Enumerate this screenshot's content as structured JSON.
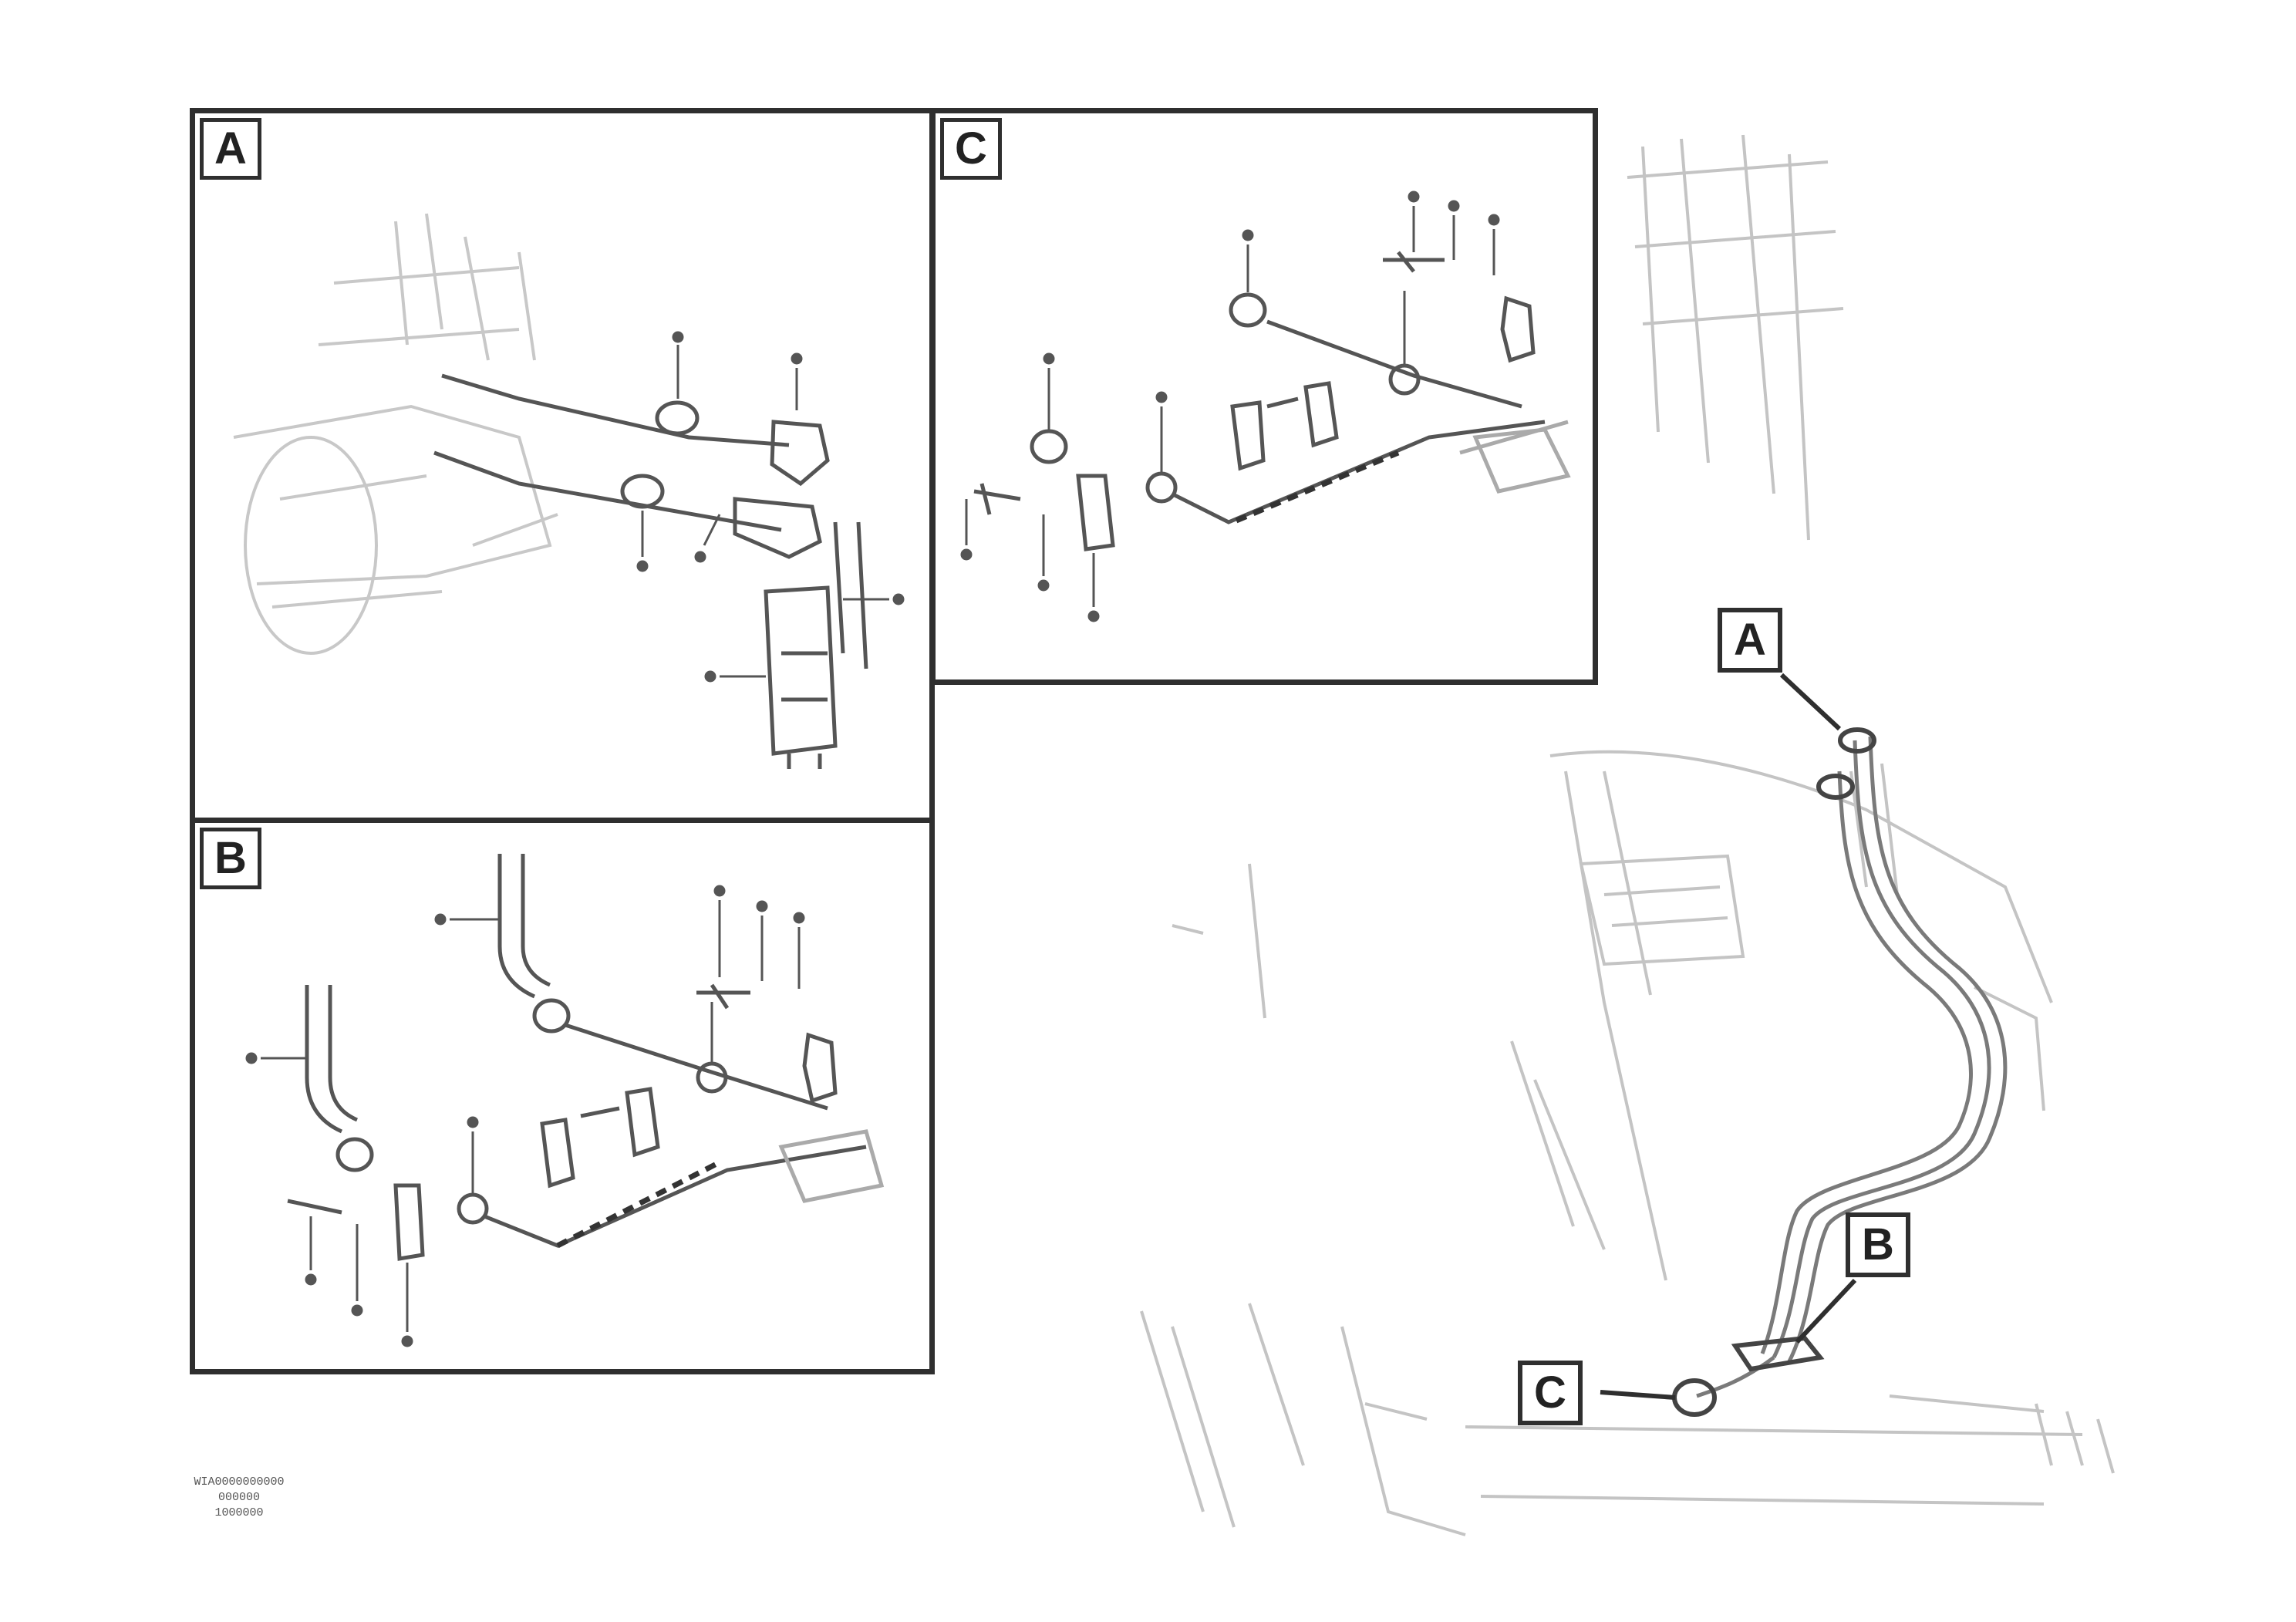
{
  "panels": {
    "a": {
      "label": "A"
    },
    "b": {
      "label": "B"
    },
    "c": {
      "label": "C"
    }
  },
  "overview": {
    "callout_a": "A",
    "callout_b": "B",
    "callout_c": "C"
  },
  "footer": {
    "line1": "WIA0000000000",
    "line2": "000000",
    "line3": "1000000"
  },
  "colors": {
    "frame": "#2f2f2f",
    "line_art": "#555555",
    "faint_art": "#bdbdbd"
  }
}
